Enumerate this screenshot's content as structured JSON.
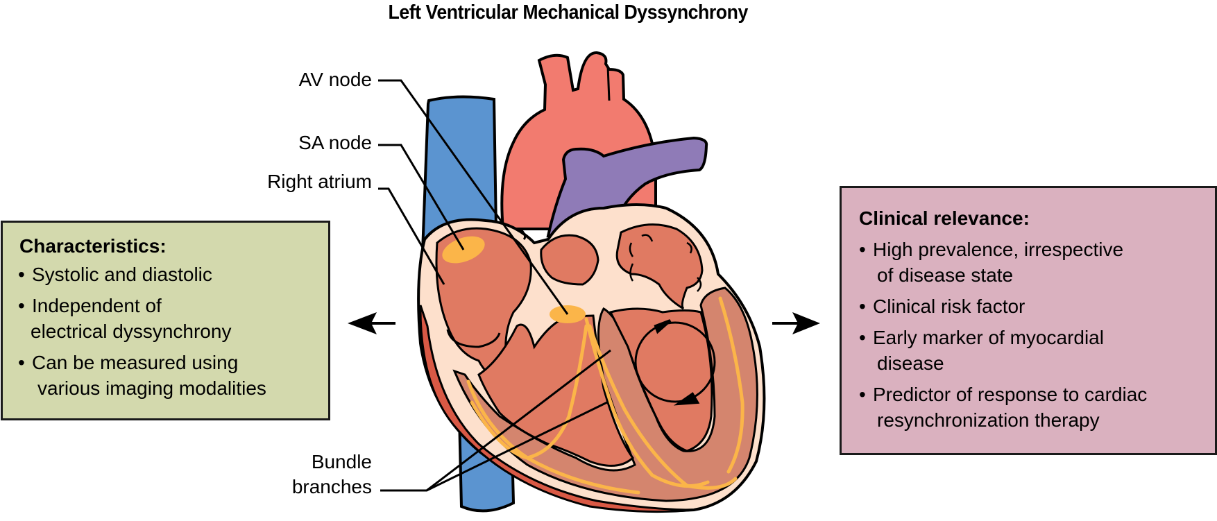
{
  "title": "Left Ventricular Mechanical Dyssynchrony",
  "labels": {
    "av_node": "AV node",
    "sa_node": "SA node",
    "right_atrium": "Right atrium",
    "bundle_branches_line1": "Bundle",
    "bundle_branches_line2": "branches"
  },
  "characteristics": {
    "heading": "Characteristics:",
    "bullet": "•",
    "items": [
      {
        "line1": "Systolic and diastolic",
        "line2": ""
      },
      {
        "line1": "Independent of",
        "line2": "electrical dyssynchrony"
      },
      {
        "line1": "Can be measured using",
        "line2": "various imaging modalities"
      }
    ]
  },
  "clinical_relevance": {
    "heading": "Clinical relevance:",
    "bullet": "•",
    "items": [
      {
        "line1": "High prevalence, irrespective",
        "line2": "of disease state"
      },
      {
        "line1": "Clinical risk factor",
        "line2": ""
      },
      {
        "line1": "Early marker of myocardial",
        "line2": "disease"
      },
      {
        "line1": "Predictor of response to cardiac",
        "line2": "resynchronization therapy"
      }
    ]
  },
  "colors": {
    "characteristics_bg": "#d3d9ad",
    "clinical_bg": "#dab1bf",
    "vena_cava": "#5b94d0",
    "aorta": "#f27b6f",
    "pulmonary": "#8f7bb7",
    "myocardium": "#e07a62",
    "septum_wall": "#d4856e",
    "valve_tissue": "#fde0cc",
    "node": "#fbb549",
    "purkinje": "#fbb549",
    "epicardium": "#d95945"
  }
}
